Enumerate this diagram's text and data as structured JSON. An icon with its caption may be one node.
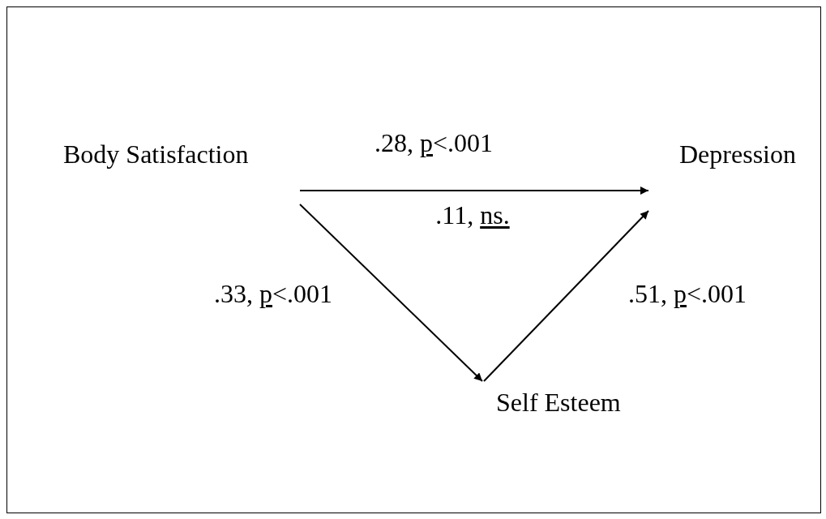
{
  "diagram": {
    "nodes": [
      {
        "text": [
          "Body Satisfaction"
        ]
      },
      {
        "text": [
          "Depression"
        ]
      },
      {
        "text": [
          "Self Esteem"
        ]
      }
    ],
    "edges": [
      {
        "from": 0,
        "to": 1,
        "arrow": "to",
        "label": ".28, *p*<.001"
      },
      {
        "from": 0,
        "to": 2,
        "arrow": "to",
        "label": ".33, *p*<.001"
      },
      {
        "from": 2,
        "to": 1,
        "arrow": "to",
        "label": ".51, *p*<.001"
      }
    ],
    "labels": [
      ".11, *ns.*"
    ]
  }
}
